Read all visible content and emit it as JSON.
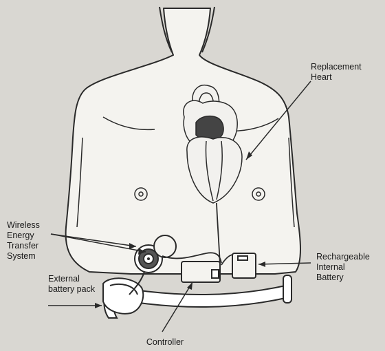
{
  "labels": {
    "replacement_heart": "Replacement\nHeart",
    "wireless_energy": "Wireless\nEnergy\nTransfer\nSystem",
    "external_battery": "External\nbattery pack",
    "rechargeable_battery": "Rechargeable\nInternal\nBattery",
    "controller": "Controller"
  },
  "colors": {
    "background": "#d9d7d2",
    "line": "#2a2a2a",
    "heart_fill": "#f2f1ee",
    "heart_dark": "#444444",
    "skin": "#f4f3ef"
  },
  "icons": {
    "heart": "heart-icon",
    "coil": "wireless-coil-icon",
    "battery": "battery-icon",
    "controller": "controller-icon"
  }
}
